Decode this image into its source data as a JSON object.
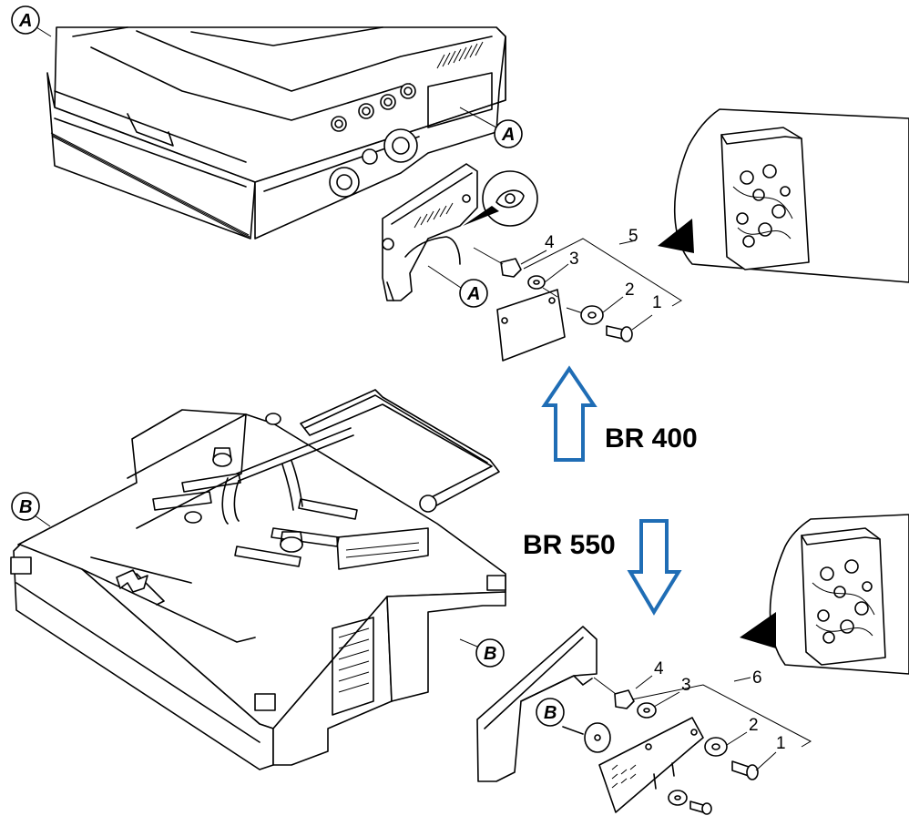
{
  "models": {
    "upper": {
      "label": "BR 400",
      "arrow_color": "#1f6db5",
      "arrow_direction": "up"
    },
    "lower": {
      "label": "BR 550",
      "arrow_color": "#1f6db5",
      "arrow_direction": "down"
    }
  },
  "markers": {
    "a": "A",
    "b": "B"
  },
  "callouts_upper": {
    "c1": "1",
    "c2": "2",
    "c3": "3",
    "c4": "4",
    "c5": "5"
  },
  "callouts_lower": {
    "c1": "1",
    "c2": "2",
    "c3": "3",
    "c4": "4",
    "c6": "6"
  },
  "icons": {
    "hardware_bag": "hardware-bag-icon",
    "pointer": "pointer-triangle-icon"
  }
}
